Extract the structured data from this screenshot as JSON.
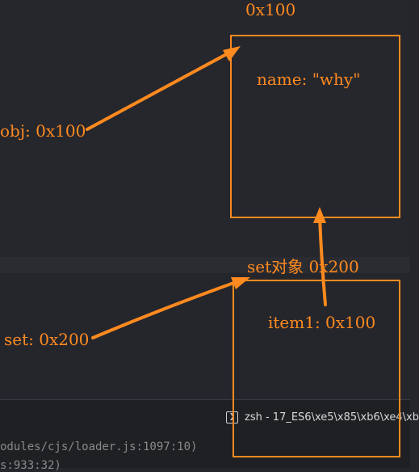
{
  "labels": {
    "addr_top": "0x100",
    "name_field": "name: \"why\"",
    "obj_ref": "obj: 0x100",
    "set_header": "set对象 0x200",
    "item1": "item1: 0x100",
    "set_ref": "set: 0x200"
  },
  "terminal": {
    "tab_title": "zsh - 17_ES6\\xe5\\x85\\xb6\\xe4\\xb",
    "line1": "odules/cjs/loader.js:1097:10)",
    "line2": "s:933:32)"
  },
  "colors": {
    "accent": "#ff8a1f",
    "background": "#25262c"
  }
}
